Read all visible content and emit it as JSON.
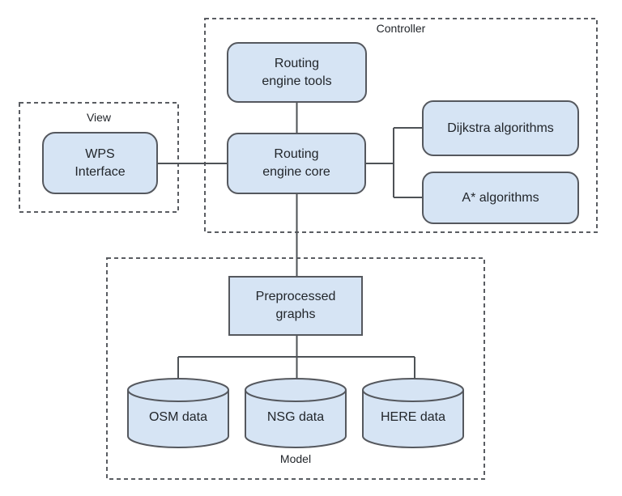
{
  "colors": {
    "background": "#ffffff",
    "node_fill": "#d6e4f4",
    "node_stroke": "#55585e",
    "connector": "#4e5256",
    "group_stroke": "#5a5d62",
    "text": "#22262b"
  },
  "groups": {
    "controller": {
      "label": "Controller"
    },
    "view": {
      "label": "View"
    },
    "model": {
      "label": "Model"
    }
  },
  "nodes": {
    "routing_engine_tools": {
      "label": "Routing\nengine tools",
      "shape": "rounded"
    },
    "routing_engine_core": {
      "label": "Routing\nengine core",
      "shape": "rounded"
    },
    "dijkstra_algorithms": {
      "label": "Dijkstra algorithms",
      "shape": "rounded"
    },
    "a_star_algorithms": {
      "label": "A* algorithms",
      "shape": "rounded"
    },
    "wps_interface": {
      "label": "WPS\nInterface",
      "shape": "rounded"
    },
    "preprocessed_graphs": {
      "label": "Preprocessed\ngraphs",
      "shape": "rectangle"
    },
    "osm_data": {
      "label": "OSM data",
      "shape": "cylinder"
    },
    "nsg_data": {
      "label": "NSG data",
      "shape": "cylinder"
    },
    "here_data": {
      "label": "HERE data",
      "shape": "cylinder"
    }
  },
  "edges": [
    {
      "from": "routing_engine_tools",
      "to": "routing_engine_core"
    },
    {
      "from": "wps_interface",
      "to": "routing_engine_core"
    },
    {
      "from": "routing_engine_core",
      "to": "dijkstra_algorithms"
    },
    {
      "from": "routing_engine_core",
      "to": "a_star_algorithms"
    },
    {
      "from": "routing_engine_core",
      "to": "preprocessed_graphs"
    },
    {
      "from": "preprocessed_graphs",
      "to": "osm_data"
    },
    {
      "from": "preprocessed_graphs",
      "to": "nsg_data"
    },
    {
      "from": "preprocessed_graphs",
      "to": "here_data"
    }
  ]
}
